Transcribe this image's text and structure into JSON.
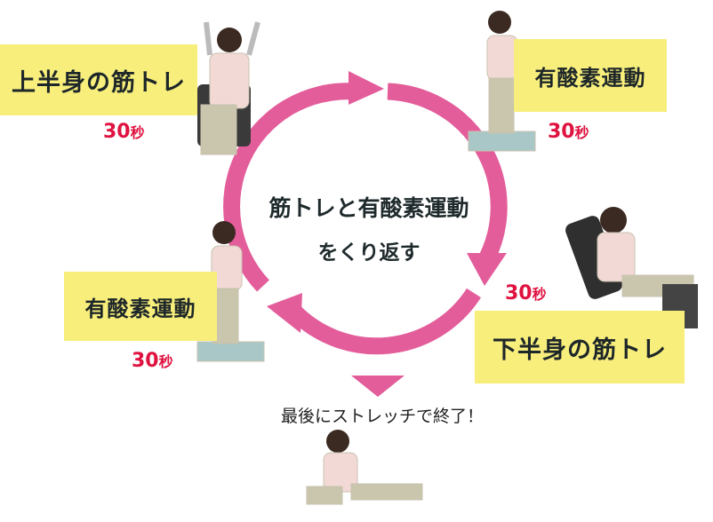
{
  "steps": [
    {
      "label": "上半身の筋トレ",
      "duration_num": "30",
      "duration_unit": "秒"
    },
    {
      "label": "有酸素運動",
      "duration_num": "30",
      "duration_unit": "秒"
    },
    {
      "label": "下半身の筋トレ",
      "duration_num": "30",
      "duration_unit": "秒"
    },
    {
      "label": "有酸素運動",
      "duration_num": "30",
      "duration_unit": "秒"
    }
  ],
  "center": {
    "line1": "筋トレと有酸素運動",
    "line2": "をくり返す"
  },
  "final": "最後にストレッチで終了！",
  "colors": {
    "label_bg": "#f7ee7c",
    "arrow": "#e35d9b",
    "duration": "#df1240"
  }
}
